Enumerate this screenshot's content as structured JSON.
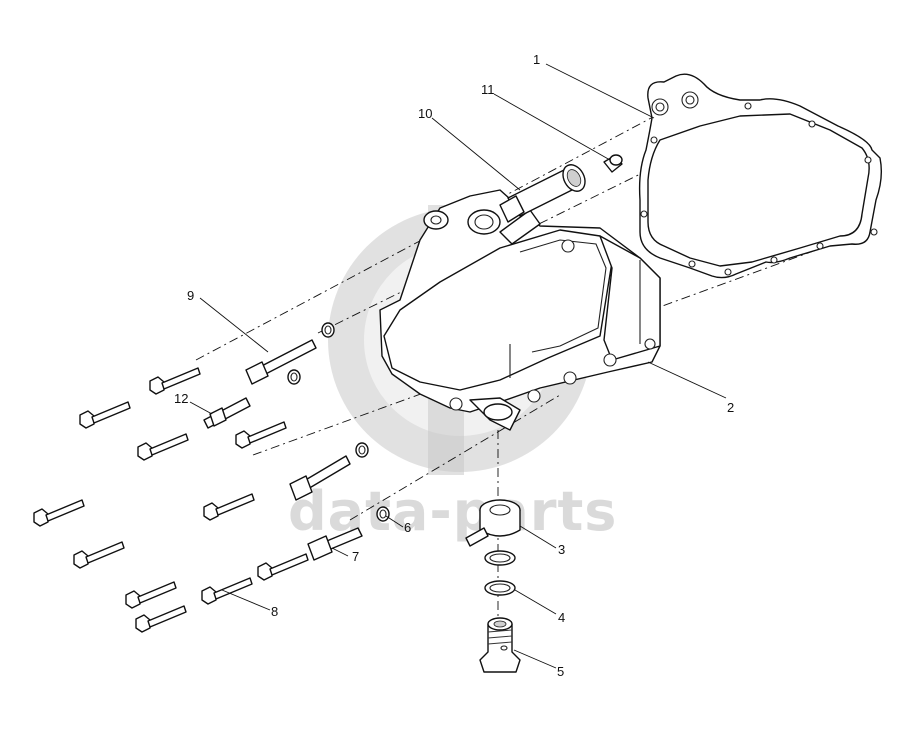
{
  "watermark": {
    "text": "data-parts"
  },
  "callouts": {
    "c1": "1",
    "c2": "2",
    "c3": "3",
    "c4": "4",
    "c5": "5",
    "c6": "6",
    "c7": "7",
    "c8": "8",
    "c9": "9",
    "c10": "10",
    "c11": "11",
    "c12": "12"
  },
  "parts": {
    "gasket": "gasket",
    "cover": "oil-cooler-cover",
    "banjo": "banjo-fitting",
    "seal_rings": "sealing-ring",
    "banjo_bolt": "banjo-bolt",
    "washer": "washer",
    "stud": "stud",
    "bolts": "hex-bolt",
    "stud_long": "stud",
    "sensor": "sensor",
    "plug": "plug",
    "stud_small": "stud"
  }
}
